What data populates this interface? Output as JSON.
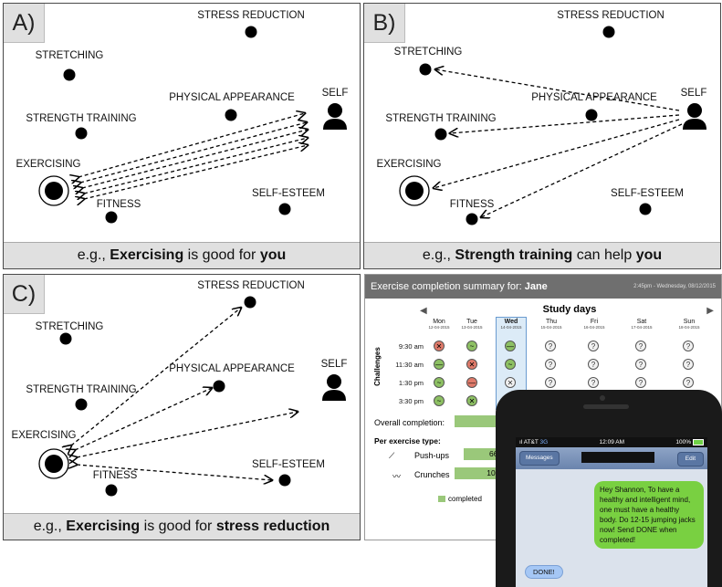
{
  "panels": [
    {
      "tag": "A)",
      "caption": {
        "pre": "e.g., ",
        "bold1": "Exercising",
        "mid": " is good for ",
        "bold2": "you"
      },
      "concepts": {
        "stress_reduction": "STRESS REDUCTION",
        "stretching": "STRETCHING",
        "physical_appearance": "PHYSICAL APPEARANCE",
        "self": "SELF",
        "strength_training": "STRENGTH TRAINING",
        "exercising": "EXERCISING",
        "fitness": "FITNESS",
        "self_esteem": "SELF-ESTEEM"
      }
    },
    {
      "tag": "B)",
      "caption": {
        "pre": "e.g., ",
        "bold1": "Strength training",
        "mid": " can help ",
        "bold2": "you"
      },
      "concepts": {
        "stress_reduction": "STRESS REDUCTION",
        "stretching": "STRETCHING",
        "physical_appearance": "PHYSICAL APPEARANCE",
        "self": "SELF",
        "strength_training": "STRENGTH TRAINING",
        "exercising": "EXERCISING",
        "fitness": "FITNESS",
        "self_esteem": "SELF-ESTEEM"
      }
    },
    {
      "tag": "C)",
      "caption": {
        "pre": "e.g., ",
        "bold1": "Exercising",
        "mid": " is good for ",
        "bold2": "stress reduction"
      },
      "concepts": {
        "stress_reduction": "STRESS REDUCTION",
        "stretching": "STRETCHING",
        "physical_appearance": "PHYSICAL APPEARANCE",
        "self": "SELF",
        "strength_training": "STRENGTH TRAINING",
        "exercising": "EXERCISING",
        "fitness": "FITNESS",
        "self_esteem": "SELF-ESTEEM"
      }
    }
  ],
  "summary": {
    "header_prefix": "Exercise completion summary for: ",
    "header_name": "Jane",
    "header_time": "2:45pm - Wednesday, 08/12/2015",
    "study_days": "Study days",
    "challenges": "Challenges",
    "days": [
      {
        "name": "Mon",
        "date": "12-04-2015"
      },
      {
        "name": "Tue",
        "date": "13-04-2015"
      },
      {
        "name": "Wed",
        "date": "14-04-2015"
      },
      {
        "name": "Thu",
        "date": "15-04-2015"
      },
      {
        "name": "Fri",
        "date": "16-04-2015"
      },
      {
        "name": "Sat",
        "date": "17-04-2015"
      },
      {
        "name": "Sun",
        "date": "18-04-2015"
      }
    ],
    "times": [
      "9:30 am",
      "11:30 am",
      "1:30 pm",
      "3:30 pm"
    ],
    "overall_label": "Overall completion:",
    "per_type_label": "Per exercise type:",
    "pushups_label": "Push-ups",
    "pushups_value": "66%",
    "crunches_label": "Crunches",
    "crunches_value": "100%",
    "legend_completed": "completed",
    "colors": {
      "completed": "#9ac87a",
      "missed": "#e07a6a",
      "accent": "#6a9bd0"
    }
  },
  "phone": {
    "carrier": "AT&T",
    "network": "3G",
    "time": "12:09 AM",
    "battery": "100%",
    "back_button": "Messages",
    "edit_button": "Edit",
    "sent_message": "Hey Shannon, To have a healthy and intelligent mind, one must have a healthy body. Do 12-15 jumping jacks now! Send DONE when completed!",
    "reply": "DONE!"
  }
}
